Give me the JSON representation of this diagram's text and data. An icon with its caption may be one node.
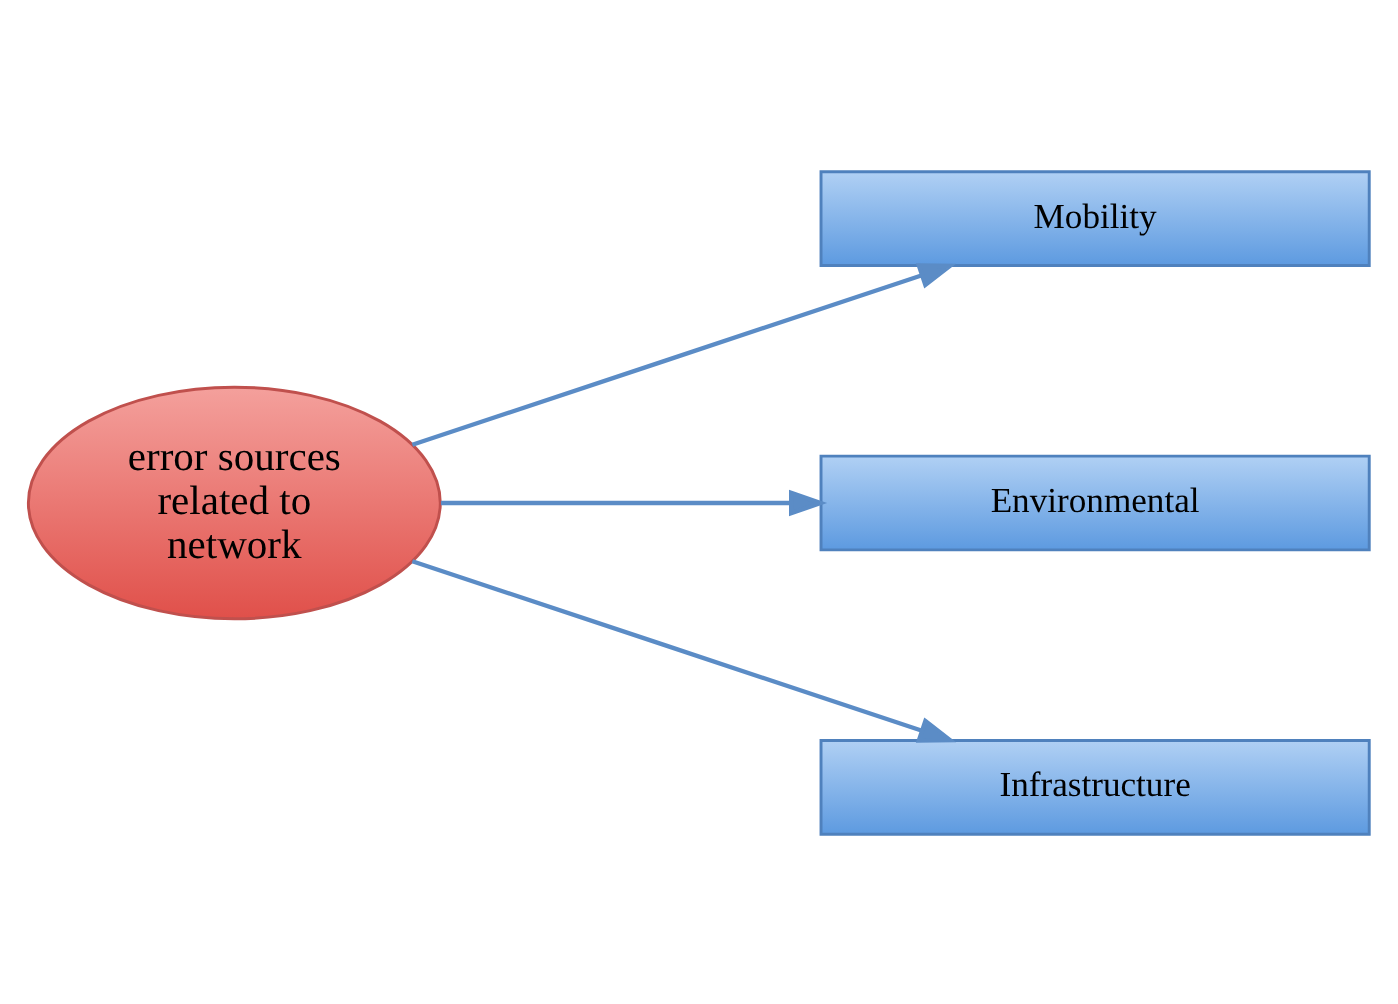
{
  "diagram": {
    "nodes": [
      {
        "text": [
          "error sources related to network"
        ]
      },
      {
        "text": [
          "Mobility"
        ]
      },
      {
        "text": [
          "Environmental"
        ]
      },
      {
        "text": [
          "Infrastructure"
        ]
      }
    ],
    "edges": [
      {
        "from": 0,
        "to": 1,
        "arrow": "to"
      },
      {
        "from": 0,
        "to": 2,
        "arrow": "to"
      },
      {
        "from": 0,
        "to": 3,
        "arrow": "to"
      }
    ]
  }
}
